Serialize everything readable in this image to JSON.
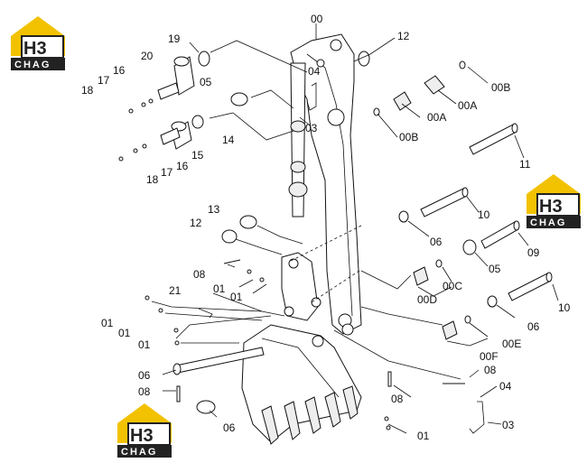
{
  "brand": {
    "logo_mark": "H3",
    "logo_word": "CHAG",
    "accent_color": "#f2c200",
    "dark_color": "#222222"
  },
  "callouts": {
    "c00": "00",
    "c12a": "12",
    "c19": "19",
    "c20": "20",
    "c16a": "16",
    "c17a": "17",
    "c18a": "18",
    "c04a": "04",
    "c05a": "05",
    "c03a": "03",
    "c00b1": "00B",
    "c00a1": "00A",
    "c00a2": "00A",
    "c00b2": "00B",
    "c14": "14",
    "c15": "15",
    "c16b": "16",
    "c17b": "17",
    "c18b": "18",
    "c11": "11",
    "c13": "13",
    "c12b": "12",
    "c10a": "10",
    "c06a": "06",
    "c09": "09",
    "c05b": "05",
    "c08a": "08",
    "c01a": "01",
    "c01b": "01",
    "c00c": "00C",
    "c00d": "00D",
    "c21": "21",
    "c10b": "10",
    "c06b": "06",
    "c01c": "01",
    "c01d": "01",
    "c00e": "00E",
    "c00f": "00F",
    "c01e": "01",
    "c06c": "06",
    "c08b": "08",
    "c08c": "08",
    "c08d": "08",
    "c04b": "04",
    "c06d": "06",
    "c03b": "03",
    "c01f": "01"
  }
}
